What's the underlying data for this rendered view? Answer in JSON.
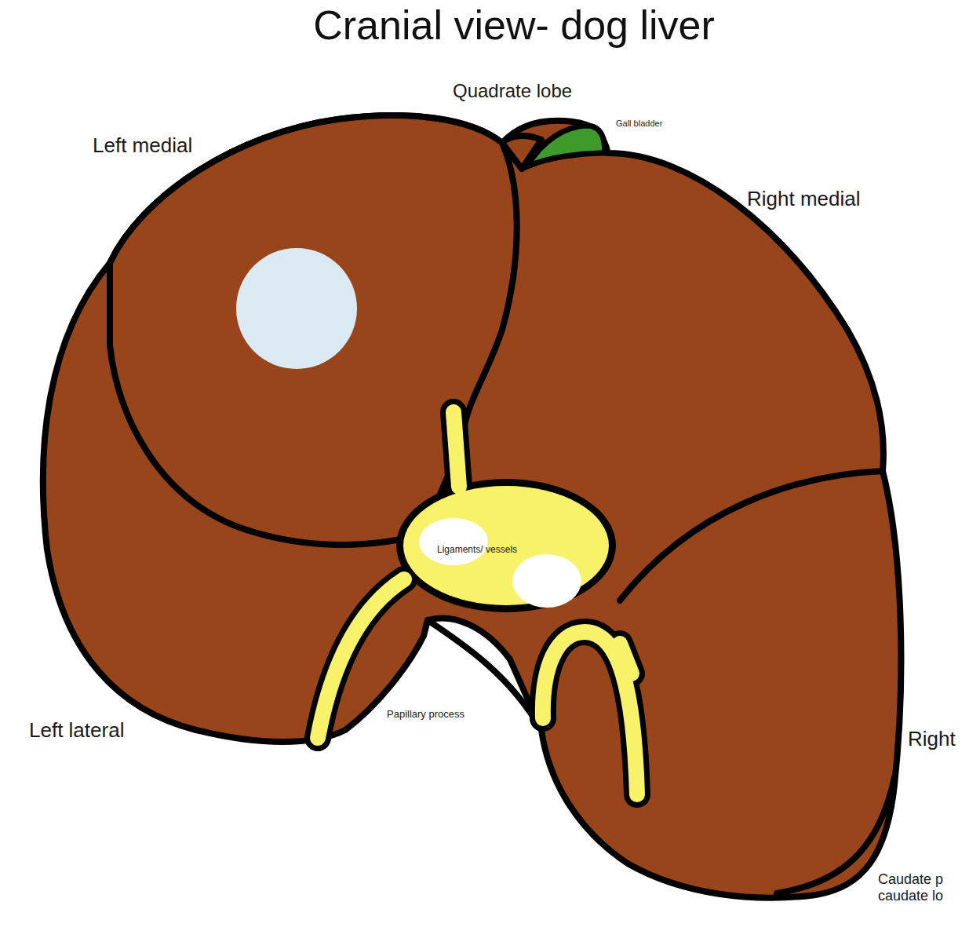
{
  "diagram": {
    "title": "Cranial view- dog liver",
    "labels": [
      "Quadrate lobe",
      "Gall bladder",
      "Left medial",
      "Right medial",
      "Ligaments/ vessels",
      "Papillary process",
      "Left lateral",
      "Right",
      "Caudate p caudate lo"
    ]
  }
}
